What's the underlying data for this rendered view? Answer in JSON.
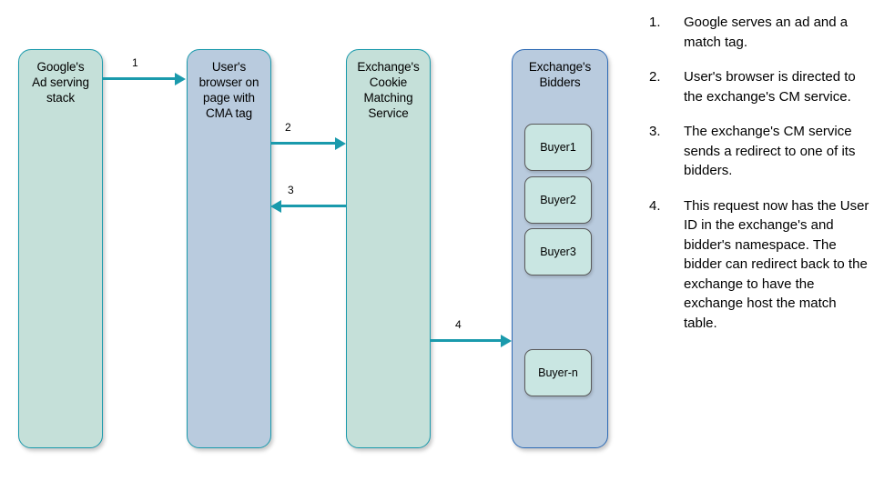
{
  "diagram": {
    "lanes": [
      {
        "id": "google",
        "label": "Google's\nAd serving\nstack",
        "fill": "#c5e0d9",
        "stroke": "#1a9aac"
      },
      {
        "id": "browser",
        "label": "User's\nbrowser on\npage with\nCMA tag",
        "fill": "#b9cbde",
        "stroke": "#1a9aac"
      },
      {
        "id": "cms",
        "label": "Exchange's\nCookie\nMatching\nService",
        "fill": "#c5e0d9",
        "stroke": "#1a9aac"
      },
      {
        "id": "bidders",
        "label": "Exchange's\nBidders",
        "fill": "#b9cbde",
        "stroke": "#2f6bb5"
      }
    ],
    "buyers": [
      {
        "label": "Buyer1"
      },
      {
        "label": "Buyer2"
      },
      {
        "label": "Buyer3"
      },
      {
        "label": "Buyer-n"
      }
    ],
    "arrows": [
      {
        "label": "1",
        "direction": "right",
        "from": "google",
        "to": "browser"
      },
      {
        "label": "2",
        "direction": "right",
        "from": "browser",
        "to": "cms"
      },
      {
        "label": "3",
        "direction": "left",
        "from": "cms",
        "to": "browser"
      },
      {
        "label": "4",
        "direction": "right",
        "from": "cms",
        "to": "bidders"
      }
    ],
    "arrow_color": "#1a9aac",
    "buyer_fill": "#c9e6e2",
    "buyer_stroke": "#5a5a5a"
  },
  "steps": [
    {
      "num": "1.",
      "text": "Google serves an ad and a match tag."
    },
    {
      "num": "2.",
      "text": "User's browser is directed to the exchange's CM service."
    },
    {
      "num": "3.",
      "text": "The exchange's CM service sends a redirect to one of its bidders."
    },
    {
      "num": "4.",
      "text": "This request now has the User ID in the exchange's and bidder's namespace. The bidder can redirect back to the exchange to have the exchange host the match table."
    }
  ]
}
